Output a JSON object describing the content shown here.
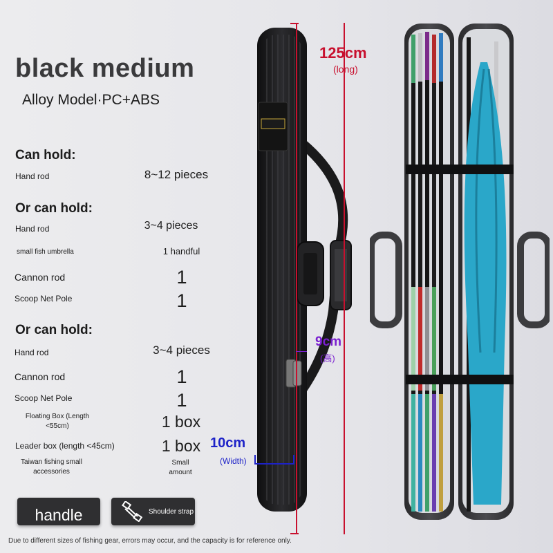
{
  "title": "black medium",
  "subtitle": "Alloy Model·PC+ABS",
  "section1": {
    "heading": "Can hold:",
    "rows": [
      {
        "label": "Hand rod",
        "value": "8~12 pieces"
      }
    ]
  },
  "section2": {
    "heading": "Or can hold:",
    "rows": [
      {
        "label": "Hand rod",
        "value": "3~4 pieces"
      },
      {
        "label": "small fish umbrella",
        "value": "1 handful"
      },
      {
        "label": "Cannon rod",
        "value": "1"
      },
      {
        "label": "Scoop Net Pole",
        "value": "1"
      }
    ]
  },
  "section3": {
    "heading": "Or can hold:",
    "rows": [
      {
        "label": "Hand rod",
        "value": "3~4 pieces"
      },
      {
        "label": "Cannon rod",
        "value": "1"
      },
      {
        "label": "Scoop Net Pole",
        "value": "1"
      },
      {
        "label": "Floating Box (Length <55cm)",
        "value": "1 box"
      },
      {
        "label": "Leader box (length <45cm)",
        "value": "1 box"
      },
      {
        "label": "Taiwan fishing small accessories",
        "value": "Small amount"
      }
    ]
  },
  "buttons": {
    "handle": "handle",
    "shoulder_strap": "Shoulder strap"
  },
  "dimensions": {
    "length_value": "125cm",
    "length_note": "(long)",
    "height_value": "9cm",
    "height_note": "(高)",
    "width_value": "10cm",
    "width_note": "(Width)"
  },
  "footer": "Due to different sizes of fishing gear, errors may occur, and the capacity is for reference only.",
  "colors": {
    "length_marker": "#c8102e",
    "height_marker": "#7a1fd0",
    "width_marker": "#1d22c8",
    "bag_body": "#1e1e20",
    "umbrella": "#2aa7c9"
  }
}
